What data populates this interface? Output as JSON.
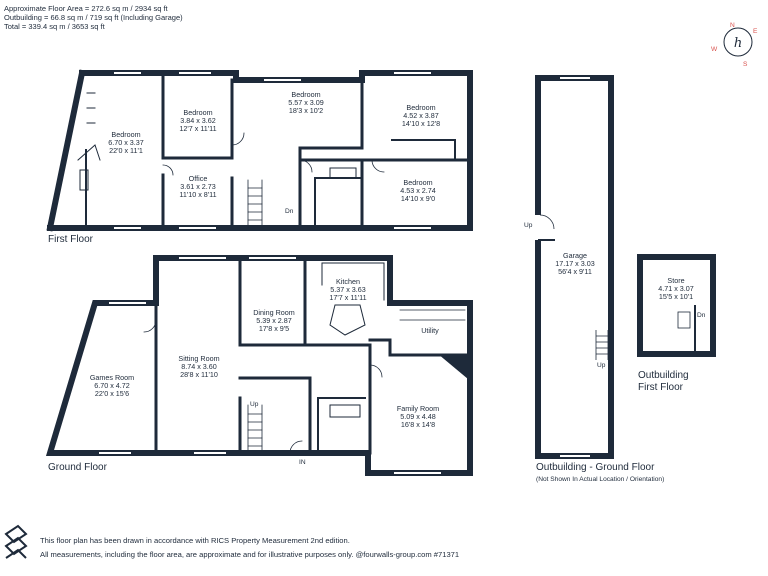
{
  "area_summary": {
    "line1": "Approximate Floor Area = 272.6 sq m / 2934 sq ft",
    "line2": "Outbuilding = 66.8 sq m / 719 sq ft (Including Garage)",
    "line3": "Total = 339.4 sq m / 3653 sq ft"
  },
  "compass": {
    "n": "N",
    "e": "E",
    "s": "S",
    "w": "W",
    "logo": "h",
    "accent": "#d9534f"
  },
  "sections": {
    "first_floor": "First Floor",
    "ground_floor": "Ground Floor",
    "outbuilding_ground": "Outbuilding - Ground Floor",
    "outbuilding_note": "(Not Shown In Actual Location / Orientation)",
    "outbuilding_first_1": "Outbuilding",
    "outbuilding_first_2": "First Floor"
  },
  "rooms": {
    "ff_bedroom1": [
      "Bedroom",
      "6.70 x 3.37",
      "22'0 x 11'1"
    ],
    "ff_bedroom2": [
      "Bedroom",
      "3.84 x 3.62",
      "12'7 x 11'11"
    ],
    "ff_bedroom3": [
      "Bedroom",
      "5.57 x 3.09",
      "18'3 x 10'2"
    ],
    "ff_bedroom4": [
      "Bedroom",
      "4.52 x 3.87",
      "14'10 x 12'8"
    ],
    "ff_bedroom5": [
      "Bedroom",
      "4.53 x 2.74",
      "14'10 x 9'0"
    ],
    "ff_office": [
      "Office",
      "3.61 x 2.73",
      "11'10 x 8'11"
    ],
    "gf_games": [
      "Games Room",
      "6.70 x 4.72",
      "22'0 x 15'6"
    ],
    "gf_sitting": [
      "Sitting Room",
      "8.74 x 3.60",
      "28'8 x 11'10"
    ],
    "gf_dining": [
      "Dining Room",
      "5.39 x 2.87",
      "17'8 x 9'5"
    ],
    "gf_kitchen": [
      "Kitchen",
      "5.37 x 3.63",
      "17'7 x 11'11"
    ],
    "gf_utility": [
      "Utility"
    ],
    "gf_family": [
      "Family Room",
      "5.09 x 4.48",
      "16'8 x 14'8"
    ],
    "ob_garage": [
      "Garage",
      "17.17 x 3.03",
      "56'4 x 9'11"
    ],
    "ob_store": [
      "Store",
      "4.71 x 3.07",
      "15'5 x 10'1"
    ]
  },
  "markers": {
    "dn": "Dn",
    "up": "Up",
    "in": "IN"
  },
  "footer": {
    "line1": "This floor plan has been drawn in accordance with RICS Property Measurement 2nd edition.",
    "line2": "All measurements, including the floor area, are approximate and for illustrative purposes only. @fourwalls-group.com #71371"
  },
  "colors": {
    "wall": "#1e2a3a",
    "ink": "#1e2a3a"
  }
}
